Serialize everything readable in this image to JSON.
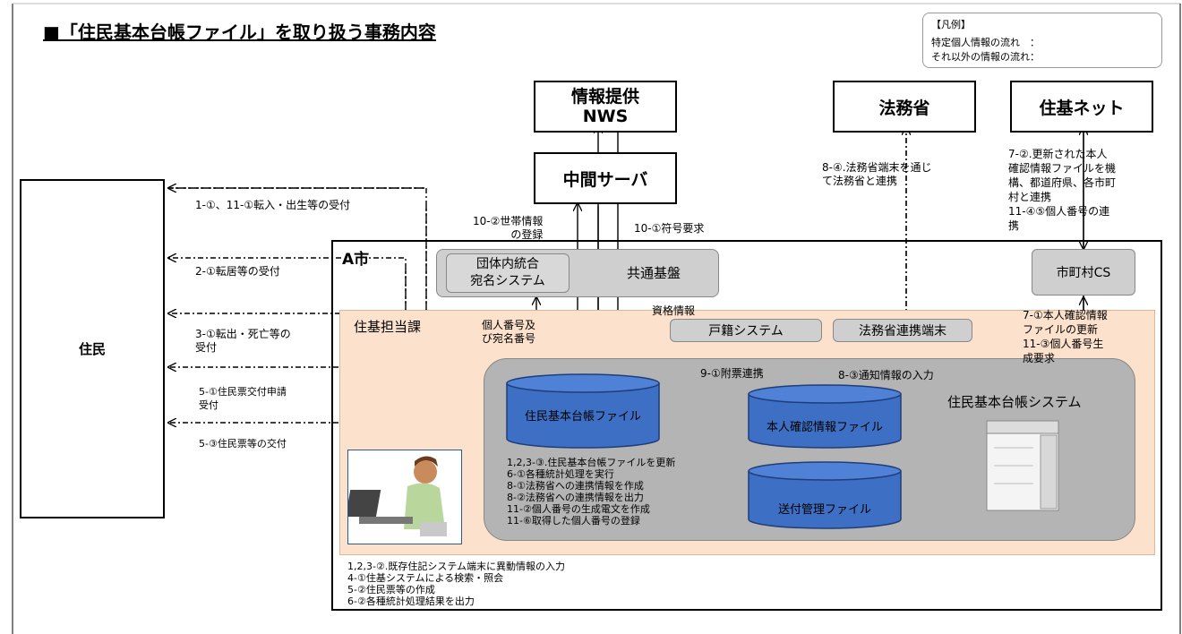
{
  "title": "■「住民基本台帳ファイル」を取り扱う事務内容",
  "legend": {
    "heading": "【凡例】",
    "row1": "特定個人情報の流れ　：",
    "row2": "それ以外の情報の流れ：",
    "colors": {
      "line": "#000000"
    }
  },
  "entities": {
    "resident": "住民",
    "info_nws": "情報提供\nNWS",
    "middle_server": "中間サーバ",
    "moj": "法務省",
    "juki_net": "住基ネット"
  },
  "city": {
    "label": "A市",
    "section": "住基担当課",
    "dantai_system": "団体内統合\n宛名システム",
    "kyotsu": "共通基盤",
    "cs": "市町村CS",
    "koseki": "戸籍システム",
    "moj_terminal": "法務省連携端末",
    "system_label": "住民基本台帳システム",
    "db_jumin": "住民基本台帳ファイル",
    "db_honnin": "本人確認情報ファイル",
    "db_sofu": "送付管理ファイル",
    "colors": {
      "area": "#fce1cc",
      "system": "#b4b4b4",
      "db": "#3d6fc4"
    }
  },
  "flows": {
    "f1": "1-①、11-①転入・出生等の受付",
    "f2": "2-①転居等の受付",
    "f3": "3-①転出・死亡等の\n受付",
    "f5a": "5-①住民票交付申請\n受付",
    "f5b": "5-③住民票等の交付",
    "f10_2": "10-②世帯情報\nの登録",
    "f10_1": "10-①符号要求",
    "kojin": "個人番号及\nび宛名番号",
    "shikaku": "資格情報",
    "f9": "9-①附票連携",
    "f8_3": "8-③通知情報の入力",
    "f8_4": "8-④.法務省端末を通じ\nて法務省と連携",
    "f7_2": "7-②.更新された本人\n確認情報ファイルを機\n構、都道府県、各市町\n村と連携\n11-④⑤個人番号の連\n携",
    "f7_1": "7-①本人確認情報\nファイルの更新\n11-③個人番号生\n成要求"
  },
  "process_list_inner": "1,2,3-③.住民基本台帳ファイルを更新\n6-①各種統計処理を実行\n8-①法務省への連携情報を作成\n8-②法務省への連携情報を出力\n11-②個人番号の生成電文を作成\n11-⑥取得した個人番号の登録",
  "process_list_outer": "1,2,3-②.既存住記システム端末に異動情報の入力\n4-①住基システムによる検索・照会\n5-②住民票等の作成\n6-②各種統計処理結果を出力"
}
